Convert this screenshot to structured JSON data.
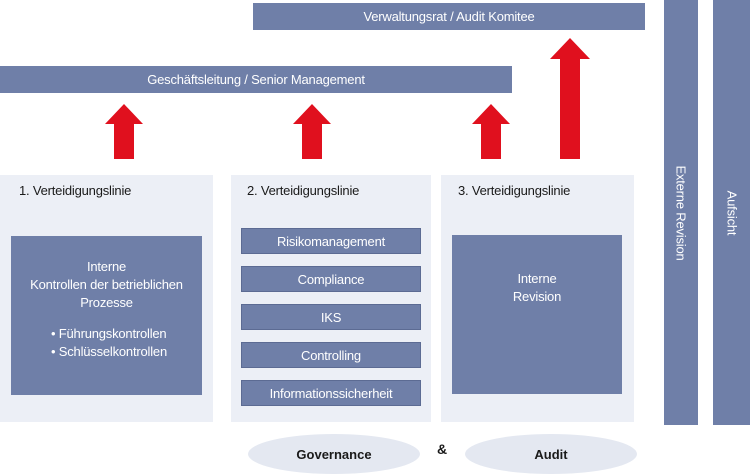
{
  "top_bars": {
    "board": "Verwaltungsrat  / Audit Komitee",
    "management": "Geschäftsleitung / Senior Management"
  },
  "side_bars": {
    "external_audit": "Externe Revision",
    "supervision": "Aufsicht"
  },
  "lines": [
    {
      "title": "1. Verteidigungslinie",
      "box_lines": [
        "Interne",
        "Kontrollen der betrieblichen",
        "Prozesse"
      ],
      "bullets": [
        "Führungskontrollen",
        "Schlüsselkontrollen"
      ]
    },
    {
      "title": "2. Verteidigungslinie",
      "items": [
        "Risikomanagement",
        "Compliance",
        "IKS",
        "Controlling",
        "Informationssicherheit"
      ]
    },
    {
      "title": "3. Verteidigungslinie",
      "box_lines": [
        "Interne",
        "Revision"
      ]
    }
  ],
  "footer": {
    "governance": "Governance",
    "ampersand": "&",
    "audit": "Audit"
  },
  "colors": {
    "bar": "#6f7fa8",
    "panel": "#eceff6",
    "arrow": "#e0101e",
    "ellipse": "#e4e8f1"
  }
}
